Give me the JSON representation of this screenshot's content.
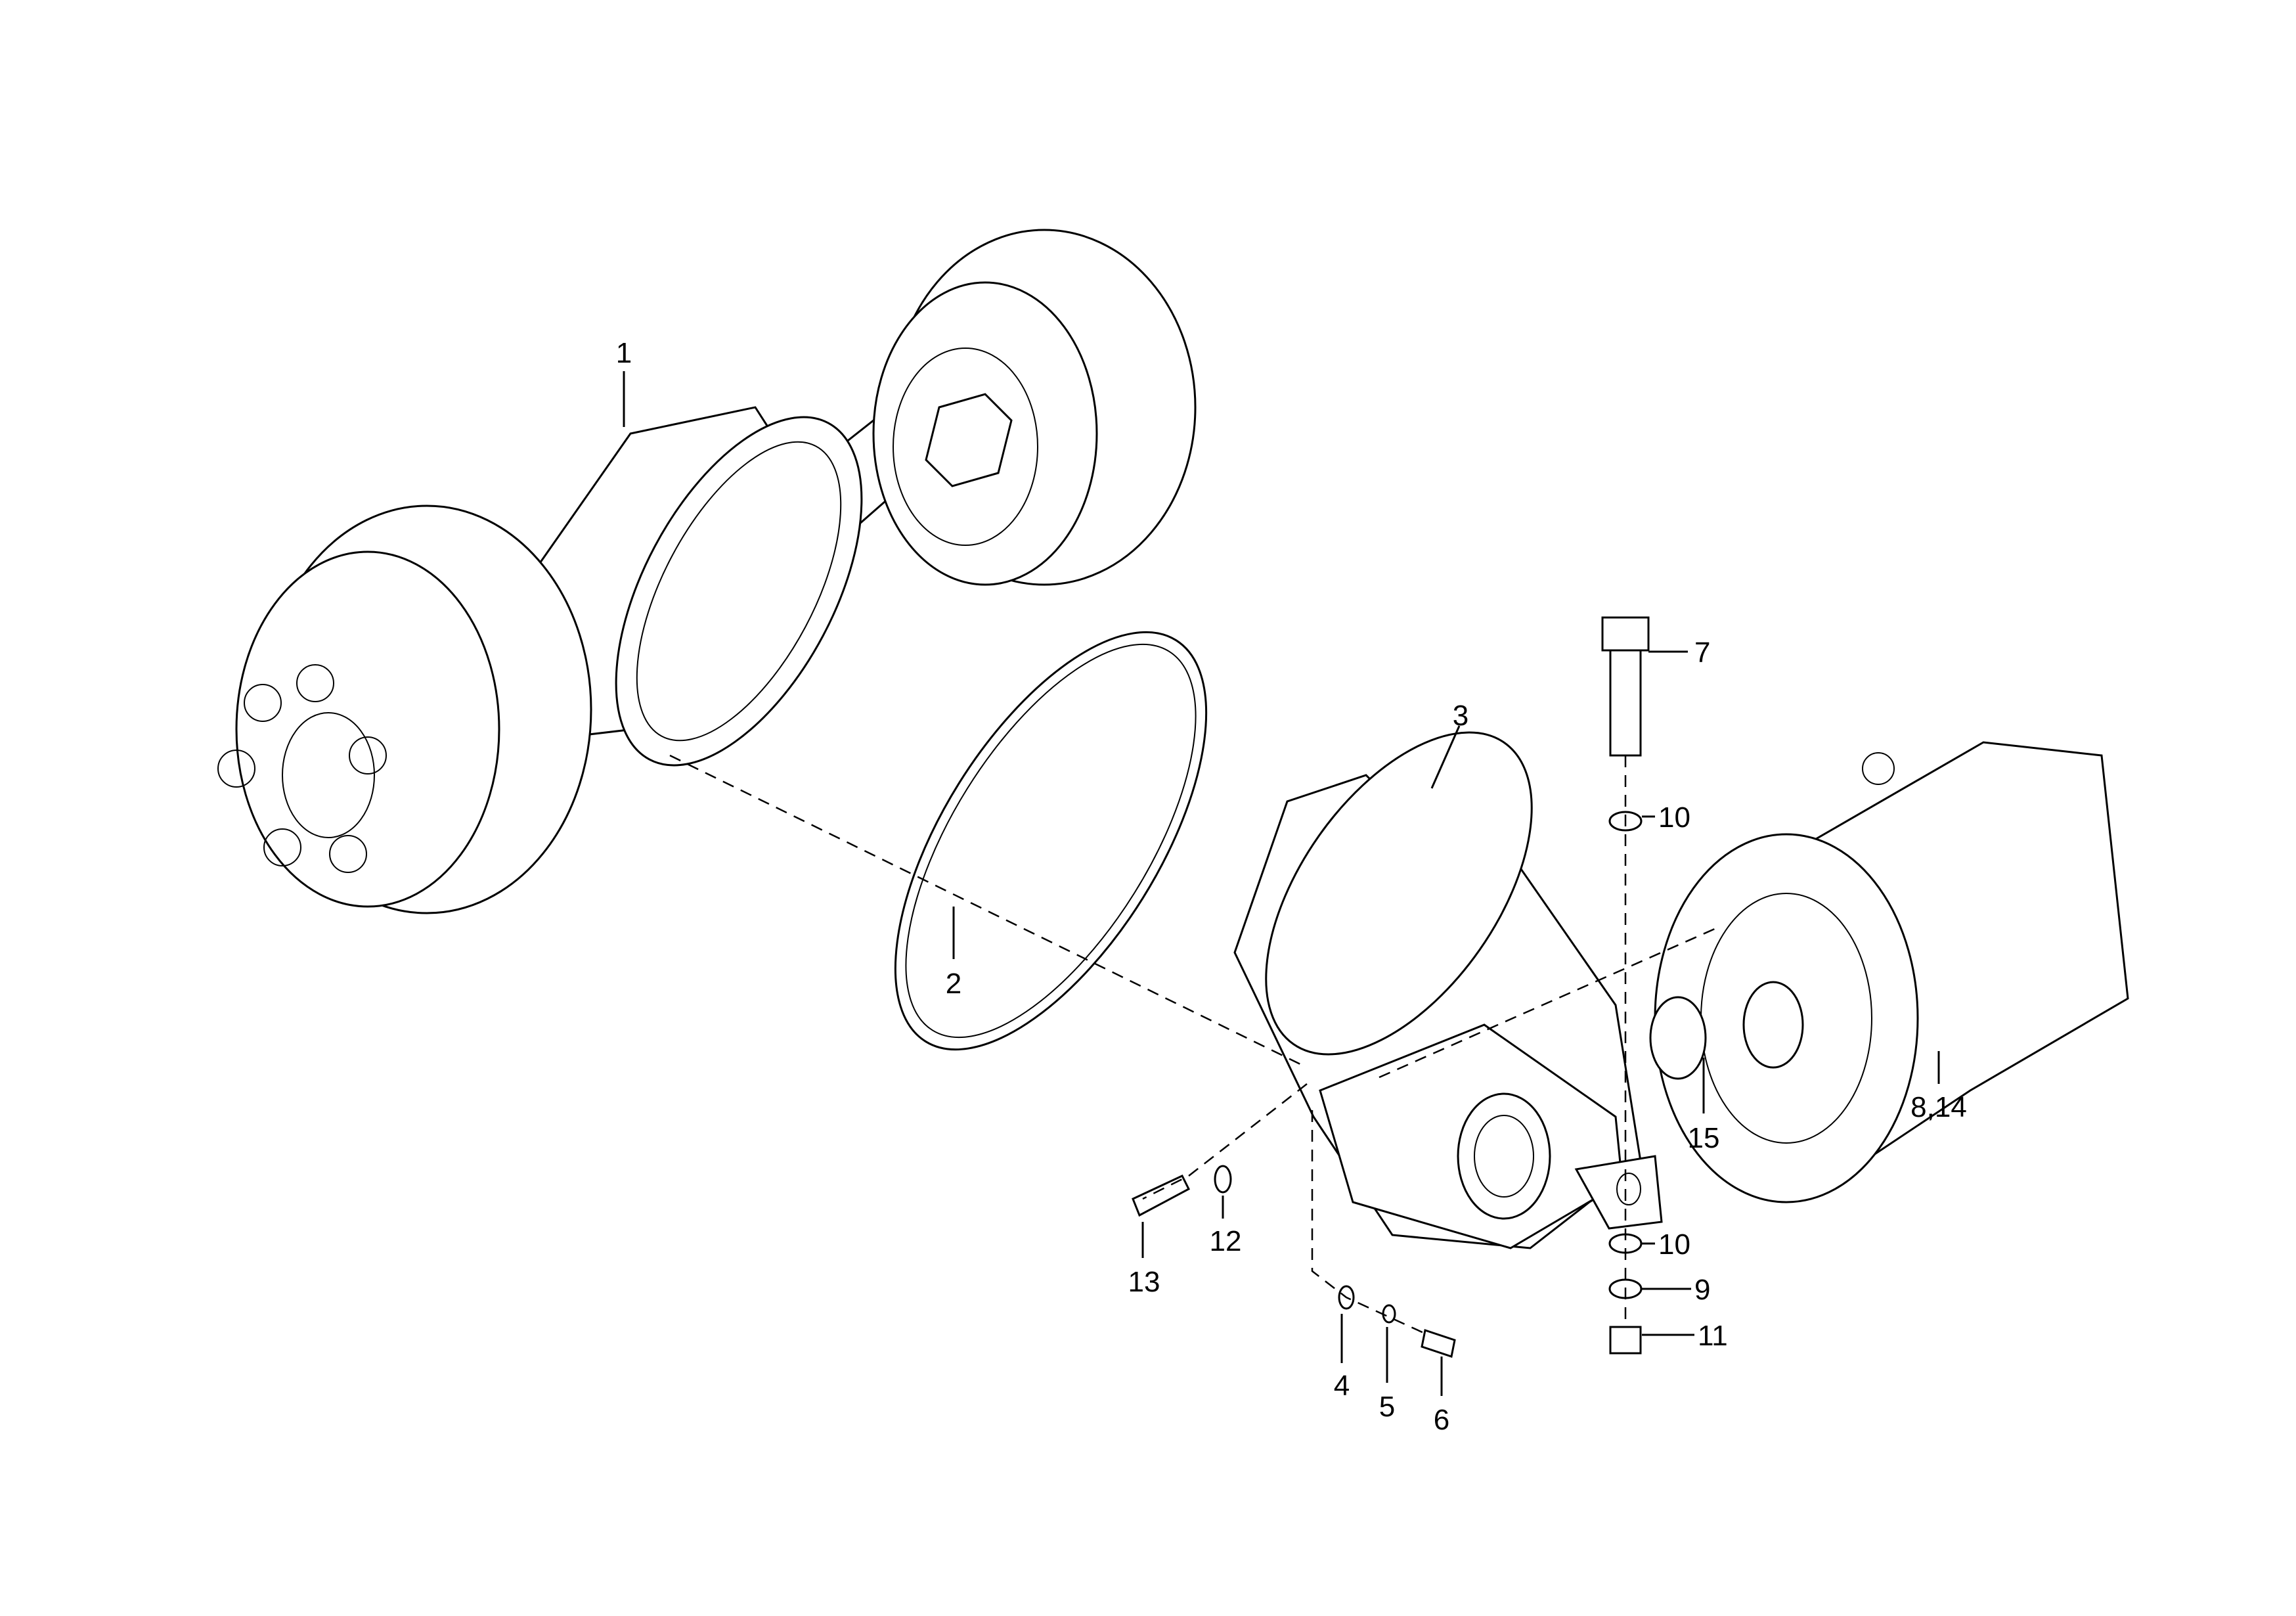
{
  "diagram": {
    "type": "exploded parts diagram",
    "callouts": {
      "c1": "1",
      "c2": "2",
      "c3": "3",
      "c4": "4",
      "c5": "5",
      "c6": "6",
      "c7": "7",
      "c9": "9",
      "c10a": "10",
      "c10b": "10",
      "c11": "11",
      "c12": "12",
      "c13": "13",
      "c15": "15",
      "c8_14": "8,14"
    },
    "colors": {
      "line": "#000000",
      "background": "#ffffff"
    }
  }
}
